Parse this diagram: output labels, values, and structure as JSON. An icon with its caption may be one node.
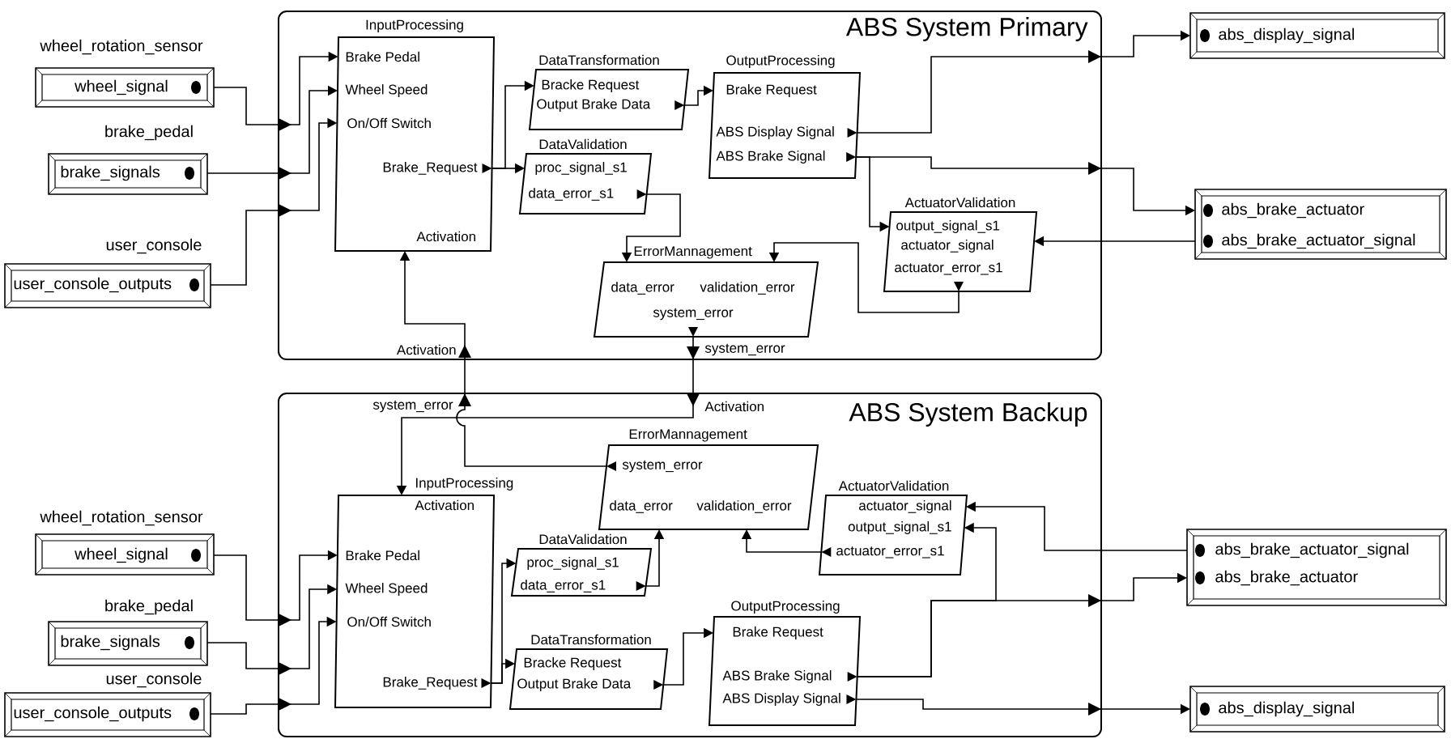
{
  "diagram": {
    "nodes": [
      {
        "text": [
          "wheel_rotation_sensor",
          "wheel_signal"
        ]
      },
      {
        "text": [
          "brake_pedal",
          "brake_signals"
        ]
      },
      {
        "text": [
          "user_console",
          "user_console_outputs"
        ]
      },
      {
        "text": [
          "ABS System Primary"
        ]
      },
      {
        "text": [
          "InputProcessing",
          "Brake Pedal",
          "Wheel Speed",
          "On/Off Switch",
          "Brake_Request",
          "Activation"
        ],
        "in": 3
      },
      {
        "text": [
          "DataTransformation",
          "Bracke Request",
          "Output Brake Data"
        ],
        "in": 3
      },
      {
        "text": [
          "DataValidation",
          "proc_signal_s1",
          "data_error_s1"
        ],
        "in": 3
      },
      {
        "text": [
          "OutputProcessing",
          "Brake Request",
          "ABS Display Signal",
          "ABS Brake Signal"
        ],
        "in": 3
      },
      {
        "text": [
          "ActuatorValidation",
          "output_signal_s1",
          "actuator_signal",
          "actuator_error_s1"
        ],
        "in": 3
      },
      {
        "text": [
          "ErrorMannagement",
          "data_error",
          "validation_error",
          "system_error"
        ],
        "in": 3
      },
      {
        "text": [
          "abs_display_signal"
        ]
      },
      {
        "text": [
          "abs_brake_actuator",
          "abs_brake_actuator_signal"
        ]
      },
      {
        "text": [
          "ABS System Backup"
        ]
      },
      {
        "text": [
          "ErrorMannagement",
          "system_error",
          "data_error",
          "validation_error"
        ],
        "in": 12
      },
      {
        "text": [
          "ActuatorValidation",
          "actuator_signal",
          "output_signal_s1",
          "actuator_error_s1"
        ],
        "in": 12
      },
      {
        "text": [
          "InputProcessing",
          "Activation",
          "Brake Pedal",
          "Wheel Speed",
          "On/Off Switch",
          "Brake_Request"
        ],
        "in": 12
      },
      {
        "text": [
          "DataValidation",
          "proc_signal_s1",
          "data_error_s1"
        ],
        "in": 12
      },
      {
        "text": [
          "DataTransformation",
          "Bracke Request",
          "Output Brake Data"
        ],
        "in": 12
      },
      {
        "text": [
          "OutputProcessing",
          "Brake Request",
          "ABS Brake Signal",
          "ABS Display Signal"
        ],
        "in": 12
      },
      {
        "text": [
          "wheel_rotation_sensor",
          "wheel_signal"
        ]
      },
      {
        "text": [
          "brake_pedal",
          "brake_signals"
        ]
      },
      {
        "text": [
          "user_console",
          "user_console_outputs"
        ]
      },
      {
        "text": [
          "abs_brake_actuator_signal",
          "abs_brake_actuator"
        ]
      },
      {
        "text": [
          "abs_display_signal"
        ]
      }
    ],
    "edges": [
      {
        "from": 0,
        "to": 4,
        "arrow": "to"
      },
      {
        "from": 1,
        "to": 4,
        "arrow": "to"
      },
      {
        "from": 2,
        "to": 4,
        "arrow": "to"
      },
      {
        "from": 4,
        "to": 5,
        "arrow": "to"
      },
      {
        "from": 4,
        "to": 6,
        "arrow": "to"
      },
      {
        "from": 5,
        "to": 7,
        "arrow": "to"
      },
      {
        "from": 7,
        "to": 10,
        "arrow": "to"
      },
      {
        "from": 7,
        "to": 11,
        "arrow": "to"
      },
      {
        "from": 7,
        "to": 8,
        "arrow": "to"
      },
      {
        "from": 11,
        "to": 8,
        "arrow": "to"
      },
      {
        "from": 6,
        "to": 9,
        "arrow": "to"
      },
      {
        "from": 8,
        "to": 9,
        "arrow": "to"
      },
      {
        "from": 9,
        "to": 15,
        "arrow": "to"
      },
      {
        "from": 13,
        "to": 4,
        "arrow": "to"
      },
      {
        "from": 19,
        "to": 15,
        "arrow": "to"
      },
      {
        "from": 20,
        "to": 15,
        "arrow": "to"
      },
      {
        "from": 21,
        "to": 15,
        "arrow": "to"
      },
      {
        "from": 15,
        "to": 16,
        "arrow": "to"
      },
      {
        "from": 15,
        "to": 17,
        "arrow": "to"
      },
      {
        "from": 16,
        "to": 13,
        "arrow": "to"
      },
      {
        "from": 14,
        "to": 13,
        "arrow": "to"
      },
      {
        "from": 17,
        "to": 18,
        "arrow": "to"
      },
      {
        "from": 18,
        "to": 22,
        "arrow": "to"
      },
      {
        "from": 18,
        "to": 14,
        "arrow": "to"
      },
      {
        "from": 18,
        "to": 23,
        "arrow": "to"
      },
      {
        "from": 22,
        "to": 14,
        "arrow": "to"
      }
    ],
    "labels": [
      "Activation",
      "system_error",
      "system_error",
      "Activation"
    ]
  }
}
